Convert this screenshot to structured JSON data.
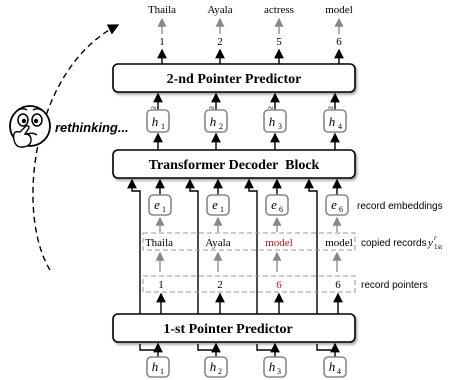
{
  "outputs": [
    "Thaila",
    "Ayala",
    "actress",
    "model"
  ],
  "output_indices": [
    "1",
    "2",
    "5",
    "6"
  ],
  "second_pointer": "2-nd Pointer Predictor",
  "rethinking": "rethinking...",
  "decoder_states": [
    {
      "base": "h",
      "sub": "1"
    },
    {
      "base": "h",
      "sub": "2"
    },
    {
      "base": "h",
      "sub": "3"
    },
    {
      "base": "h",
      "sub": "4"
    }
  ],
  "transformer": "Transformer Decoder  Block",
  "record_embeddings": [
    {
      "base": "e",
      "sub": "1"
    },
    {
      "base": "e",
      "sub": "1"
    },
    {
      "base": "e",
      "sub": "6"
    },
    {
      "base": "e",
      "sub": "6"
    }
  ],
  "copied_records": [
    "Thaila",
    "Ayala",
    "model",
    "model"
  ],
  "record_pointers": [
    "1",
    "2",
    "6",
    "6"
  ],
  "first_pointer": "1-st Pointer Predictor",
  "inputs": [
    {
      "base": "h",
      "sub": "1"
    },
    {
      "base": "h",
      "sub": "2"
    },
    {
      "base": "h",
      "sub": "3"
    },
    {
      "base": "h",
      "sub": "4"
    }
  ],
  "side_labels": {
    "record_embeddings": "record embeddings",
    "copied_records": "copied records",
    "copied_records_math": {
      "base": "y",
      "sup": "r",
      "sub": "1st"
    },
    "record_pointers": "record pointers"
  },
  "colors": {
    "highlight": "#c0161c",
    "line": "#000000",
    "arrow_gray": "#888888",
    "box_gray": "#888888",
    "dash_gray": "#999999"
  },
  "highlight_column": 3
}
